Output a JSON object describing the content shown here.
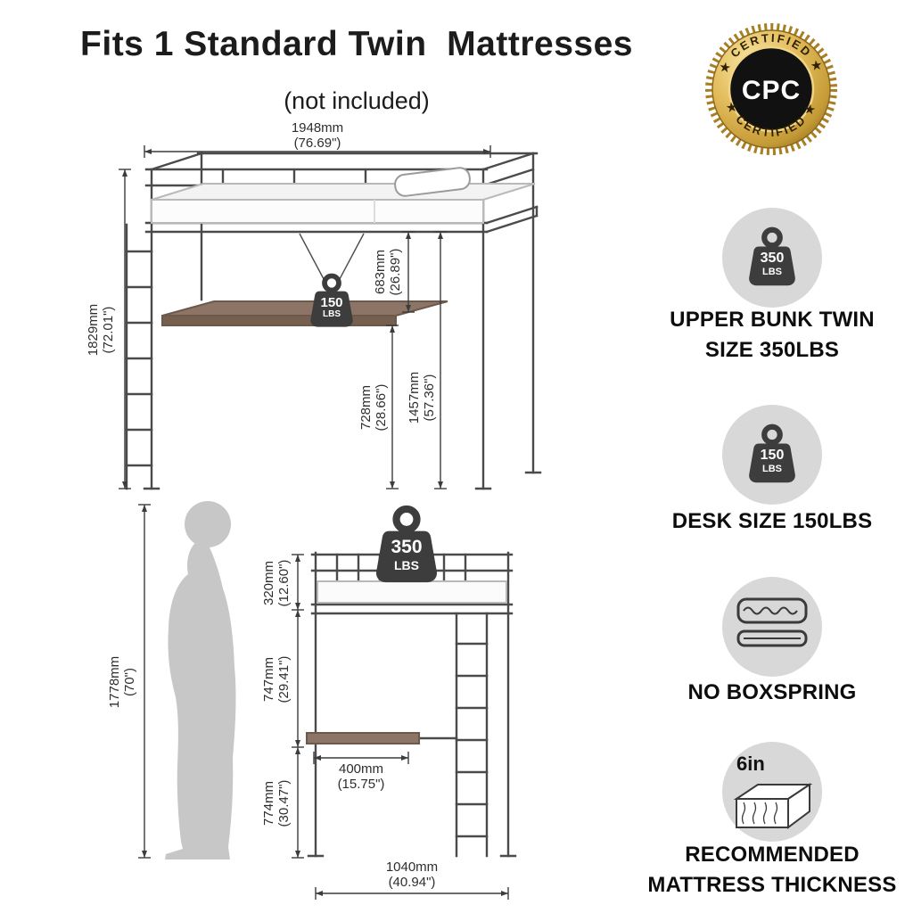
{
  "page": {
    "title": "Fits 1 Standard Twin  Mattresses",
    "subtitle": "(not included)"
  },
  "badge": {
    "top_text": "★ CERTIFIED ★",
    "center_text": "CPC",
    "bottom_text": "★ CERTIFIED ★"
  },
  "top_diagram": {
    "width": {
      "mm": "1948mm",
      "in": "(76.69\")"
    },
    "height": {
      "mm": "1829mm",
      "in": "(72.01\")"
    },
    "bunk_to_desk": {
      "mm": "683mm",
      "in": "(26.89\")"
    },
    "desk_height": {
      "mm": "728mm",
      "in": "(28.66\")"
    },
    "bunk_clearance": {
      "mm": "1457mm",
      "in": "(57.36\")"
    },
    "desk_weight": {
      "value": "150",
      "unit": "LBS"
    }
  },
  "front_diagram": {
    "person_height": {
      "mm": "1778mm",
      "in": "(70\")"
    },
    "rail_height": {
      "mm": "320mm",
      "in": "(12.60\")"
    },
    "bunk_to_desk": {
      "mm": "747mm",
      "in": "(29.41\")"
    },
    "desk_to_floor": {
      "mm": "774mm",
      "in": "(30.47\")"
    },
    "desk_depth": {
      "mm": "400mm",
      "in": "(15.75\")"
    },
    "bed_width": {
      "mm": "1040mm",
      "in": "(40.94\")"
    },
    "bunk_weight": {
      "value": "350",
      "unit": "LBS"
    }
  },
  "features": {
    "upper_bunk": {
      "weight": {
        "value": "350",
        "unit": "LBS"
      },
      "line1": "UPPER BUNK TWIN",
      "line2": "SIZE 350LBS"
    },
    "desk": {
      "weight": {
        "value": "150",
        "unit": "LBS"
      },
      "line1": "DESK SIZE 150LBS"
    },
    "boxspring": {
      "line1": "NO BOXSPRING"
    },
    "mattress": {
      "thickness_label": "6in",
      "line1": "RECOMMENDED",
      "line2": "MATTRESS THICKNESS"
    }
  }
}
